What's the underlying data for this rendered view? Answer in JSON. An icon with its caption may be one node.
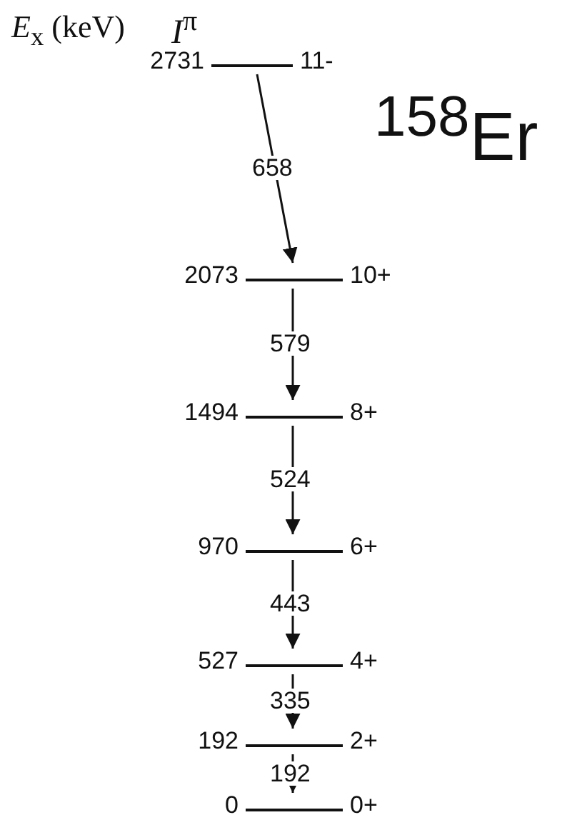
{
  "diagram": {
    "nodes": [
      {
        "text": [
          "2731",
          "11-"
        ]
      },
      {
        "text": [
          "2073",
          "10+"
        ]
      },
      {
        "text": [
          "1494",
          "8+"
        ]
      },
      {
        "text": [
          "970",
          "6+"
        ]
      },
      {
        "text": [
          "527",
          "4+"
        ]
      },
      {
        "text": [
          "192",
          "2+"
        ]
      },
      {
        "text": [
          "0",
          "0+"
        ]
      }
    ],
    "edges": [
      {
        "from": 0,
        "to": 1,
        "arrow": "to",
        "label": "658"
      },
      {
        "from": 1,
        "to": 2,
        "arrow": "to",
        "label": "579"
      },
      {
        "from": 2,
        "to": 3,
        "arrow": "to",
        "label": "524"
      },
      {
        "from": 3,
        "to": 4,
        "arrow": "to",
        "label": "443"
      },
      {
        "from": 4,
        "to": 5,
        "arrow": "to",
        "label": "335"
      },
      {
        "from": 5,
        "to": 6,
        "arrow": "to",
        "label": "192"
      }
    ],
    "labels": [
      "*E*$_{x}$ (keV)",
      "*I*$^{π}$",
      "$^{158}$Er"
    ]
  }
}
